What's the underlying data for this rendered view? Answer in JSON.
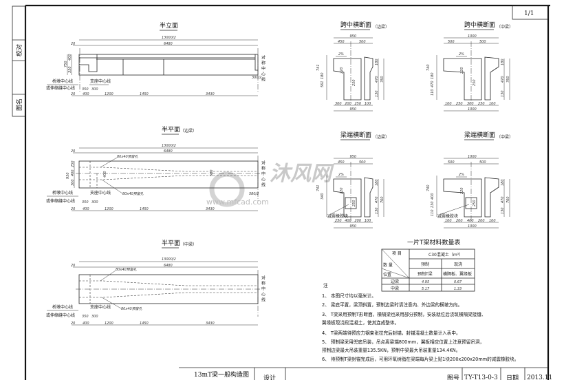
{
  "sheet": {
    "page": "1/1",
    "side_labels": [
      "校对",
      "图名"
    ]
  },
  "elevation": {
    "title": "半立面",
    "dims_top": [
      "13000/2",
      "20",
      "6480"
    ],
    "dims_left": [
      "750",
      "400",
      "350"
    ],
    "dims_bottom": [
      "20",
      "400",
      "1200",
      "1450",
      "3430"
    ],
    "dims_small": [
      "350",
      "300"
    ],
    "right_dim": "300/2",
    "pier_line": "桥墩中心线",
    "joint_line": "或伸缩缝中心线",
    "bearing_line": "支座中心线",
    "symmetry": "对称中心线"
  },
  "plan_edge": {
    "title": "半平面",
    "subtitle": "（边梁）",
    "dims_top": [
      "13000/2",
      "20",
      "6480"
    ],
    "dims_left": [
      "950",
      "250",
      "400",
      "300"
    ],
    "hole_label": "80x40预留孔",
    "inner_dim": "400",
    "right_inner": "580",
    "right_dim": "580/2",
    "dims_bottom": [
      "20",
      "400",
      "1200",
      "1450",
      "3430"
    ],
    "dims_small": [
      "350",
      "300"
    ]
  },
  "plan_mid": {
    "title": "半平面",
    "subtitle": "（中梁）",
    "dims_top": [
      "13000/2",
      "20",
      "6480"
    ],
    "hole_label": "80x40预留孔",
    "dims_bottom": [
      "20",
      "400",
      "1200",
      "1450",
      "3430"
    ],
    "dims_small": [
      "350",
      "300"
    ]
  },
  "sections": [
    {
      "title": "跨中横断面",
      "subtitle": "（边梁）",
      "top": [
        "950",
        "450",
        "500"
      ],
      "bottom": [
        "300",
        "200",
        "250",
        "100"
      ],
      "total": "950",
      "left": [
        "741",
        "180",
        "561"
      ],
      "right": [
        "180",
        "470",
        "130",
        "760"
      ],
      "slope": "2%",
      "inner": [
        "220",
        "250",
        "120",
        "220"
      ]
    },
    {
      "title": "跨中横断面",
      "subtitle": "（中梁）",
      "top": [
        "1000",
        "500",
        "500"
      ],
      "bottom": [
        "100",
        "250",
        "300",
        "250",
        "100"
      ],
      "total": "1000",
      "left": [
        "740",
        "180",
        "470",
        "110"
      ],
      "right": [
        "180",
        "470",
        "130",
        "760"
      ],
      "slope": "2%",
      "inner": [
        "220",
        "250",
        "110",
        "120",
        "220"
      ]
    },
    {
      "title": "梁端横断面",
      "subtitle": "（边梁）",
      "top": [
        "950",
        "450",
        "500"
      ],
      "bottom": [
        "250",
        "400",
        "200",
        "100"
      ],
      "total": "950",
      "left": [
        "741",
        "340"
      ],
      "right": [
        "180",
        "470",
        "130",
        "760"
      ],
      "slope": "2%",
      "inner": [
        "220",
        "250",
        "120",
        "220",
        "50"
      ],
      "pad_label": "减震橡胶块"
    },
    {
      "title": "梁端横断面",
      "subtitle": "（中梁）",
      "top": [
        "1000",
        "500",
        "500"
      ],
      "bottom": [
        "100",
        "200",
        "400",
        "200",
        "100"
      ],
      "total": "1000",
      "left": [
        "740",
        "400",
        "230",
        "110"
      ],
      "right": [
        "180",
        "470",
        "130",
        "760"
      ],
      "slope": "2%",
      "inner": [
        "220",
        "250",
        "110",
        "120",
        "220",
        "50"
      ],
      "pad_label": "减震橡胶块"
    }
  ],
  "table": {
    "title": "一片T梁材料数量表",
    "corner": {
      "item": "项  目",
      "qty": "数  量",
      "pos": "位置"
    },
    "material": "C30混凝土（m³）",
    "groups": [
      "预制",
      "现浇"
    ],
    "subgroups": [
      "预制T梁",
      "横隔板、翼缘板"
    ],
    "rows": [
      {
        "pos": "边梁",
        "precast": "4.95",
        "cast": "0.67"
      },
      {
        "pos": "中梁",
        "precast": "5.17",
        "cast": "1.33"
      }
    ]
  },
  "notes": {
    "heading": "注",
    "lines": [
      "1、 本图尺寸均以毫米计。",
      "2、 梁底平置，梁顶斜置，预制边梁时请注意内、外边梁的横坡方向。",
      "3、 T梁采用预制T形断面，横隔梁也采用部分预制，安装就位后浇筑横隔梁接缝、",
      "     翼缘板现浇段混凝土，使其连成整体。",
      "4、 T梁两端待预应力钢束张拉完后封锚，封锚混凝土数量计入表中。",
      "5、 预制梁采用兜底吊装，吊点离梁端800mm，翼板相应位置上注意预留吊洞，",
      "     预制边梁最大吊装重量135.5KN，预制中梁最大吊装重量134.4KN。",
      "6、 待预制T梁封锚完成后，可用环氧树脂在梁端每片梁上贴1块200x200x20mm的减震橡胶块。"
    ]
  },
  "title_block": {
    "drawing_name": "13mT梁一般构造图",
    "design_label": "设计",
    "drawing_no_label": "图号",
    "drawing_no": "TY-T13-0-3",
    "date_label": "日期",
    "date": "2013.11"
  },
  "watermark": {
    "brand": "沐风网",
    "url": "www.mfcad.com"
  }
}
